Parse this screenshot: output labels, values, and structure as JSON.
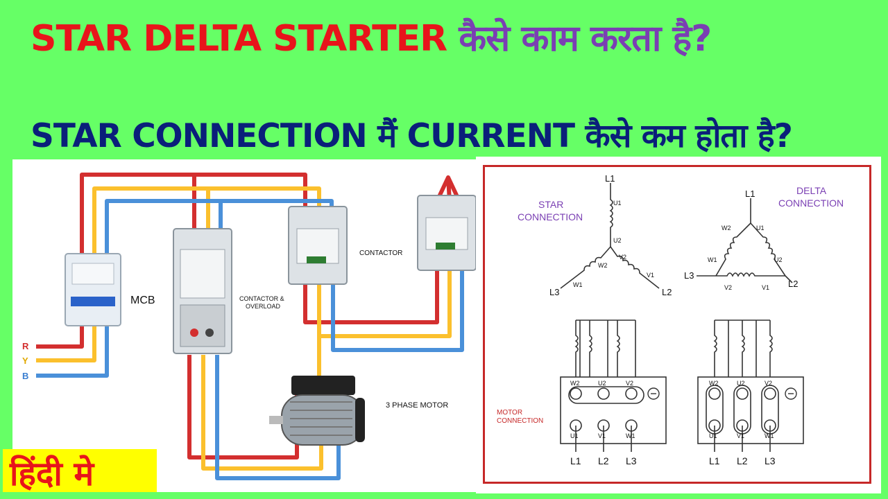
{
  "title": {
    "part1": "STAR DELTA STARTER",
    "part2": "कैसे काम करता है?"
  },
  "subtitle": "STAR CONNECTION मैं CURRENT कैसे कम होता है?",
  "badge": "हिंदी मे",
  "colors": {
    "background": "#66ff66",
    "title_red": "#e8141b",
    "title_purple": "#7a3fb3",
    "subtitle_blue": "#0a1f7a",
    "wire_red": "#d32f2f",
    "wire_yellow": "#fbc02d",
    "wire_blue": "#4a90d9",
    "badge_yellow": "#ffff00"
  },
  "wiring": {
    "phase_r": "R",
    "phase_y": "Y",
    "phase_b": "B",
    "mcb": "MCB",
    "contactor_overload_1": "CONTACTOR &",
    "contactor_overload_2": "OVERLOAD",
    "contactor": "CONTACTOR",
    "motor": "3 PHASE MOTOR"
  },
  "schematic": {
    "star_label_1": "STAR",
    "star_label_2": "CONNECTION",
    "delta_label_1": "DELTA",
    "delta_label_2": "CONNECTION",
    "motor_conn_1": "MOTOR",
    "motor_conn_2": "CONNECTION",
    "star": {
      "L1": "L1",
      "L2": "L2",
      "L3": "L3",
      "U1": "U1",
      "U2": "U2",
      "V1": "V1",
      "V2": "V2",
      "W1": "W1",
      "W2": "W2"
    },
    "delta": {
      "L1": "L1",
      "L2": "L2",
      "L3": "L3",
      "U1": "U1",
      "U2": "U2",
      "V1": "V1",
      "V2": "V2",
      "W1": "W1",
      "W2": "W2"
    },
    "box_left": {
      "top": [
        "W2",
        "U2",
        "V2"
      ],
      "bottom": [
        "U1",
        "V1",
        "W1"
      ],
      "lines": [
        "L1",
        "L2",
        "L3"
      ]
    },
    "box_right": {
      "top": [
        "W2",
        "U2",
        "V2"
      ],
      "bottom": [
        "U1",
        "V1",
        "W1"
      ],
      "lines": [
        "L1",
        "L2",
        "L3"
      ]
    }
  }
}
